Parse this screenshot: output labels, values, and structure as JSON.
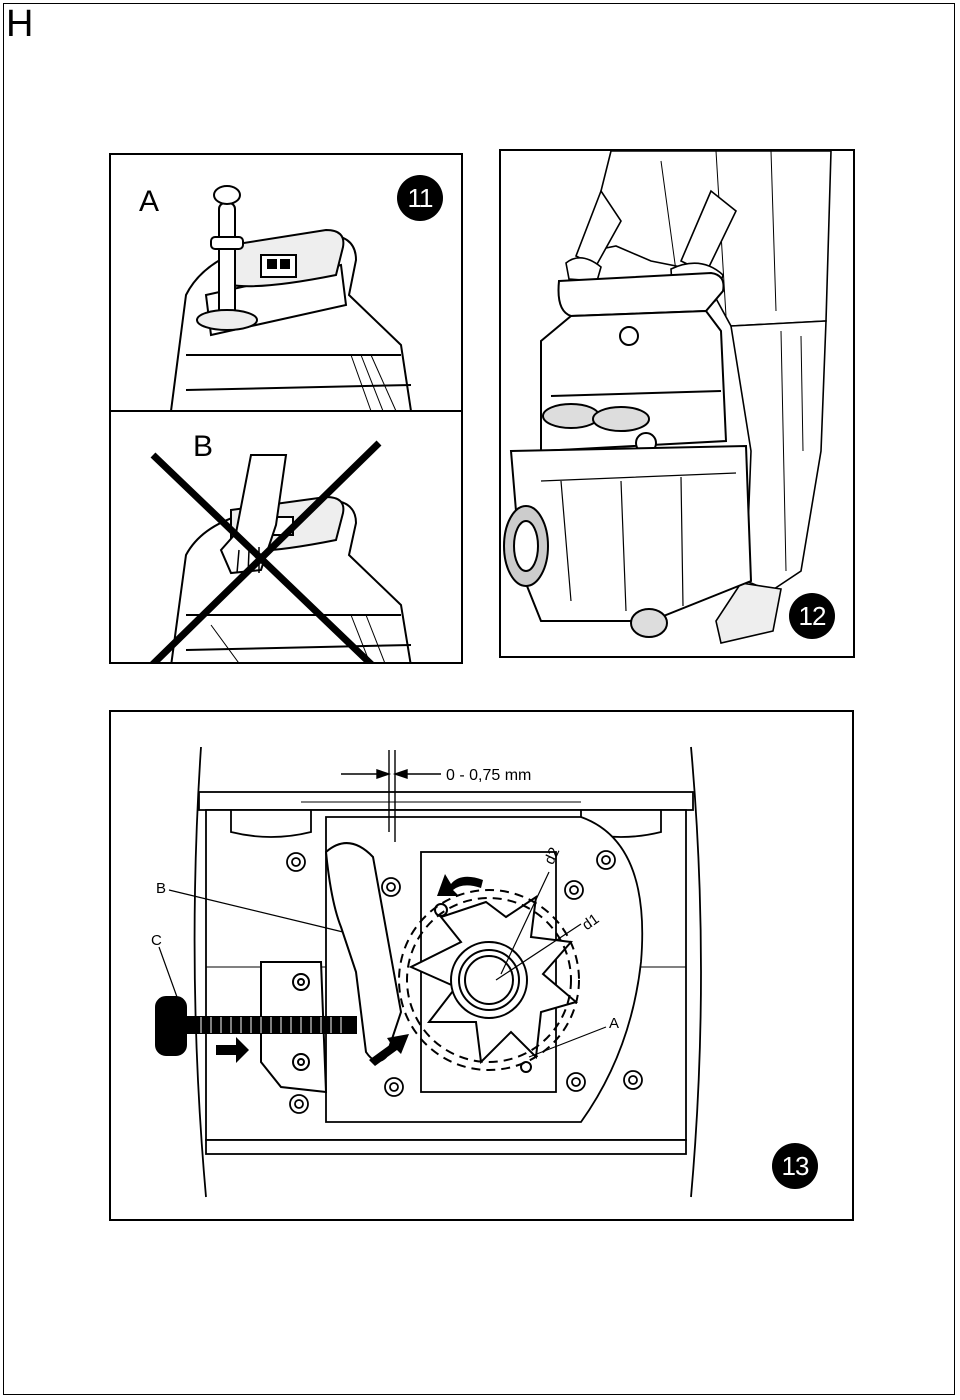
{
  "page": {
    "section_letter": "H"
  },
  "figure_11": {
    "badge": "11",
    "label_top": "A",
    "label_bottom": "B"
  },
  "figure_12": {
    "badge": "12"
  },
  "figure_13": {
    "badge": "13",
    "gap_dimension": "0 - 0,75 mm",
    "callouts": {
      "b": "B",
      "c": "C",
      "d2": "d2",
      "d1": "d1",
      "a": "A"
    }
  },
  "icons": {
    "wrong_cross": "cross-icon",
    "direction_arrows": "arrow-icon"
  }
}
